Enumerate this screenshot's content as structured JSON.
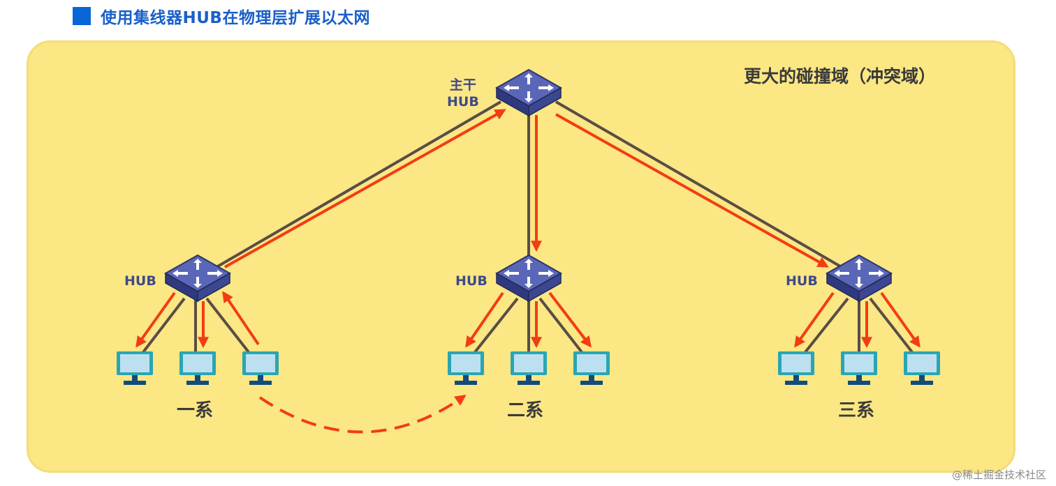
{
  "heading": {
    "text": "使用集线器HUB在物理层扩展以太网"
  },
  "collision_domain_label": "更大的碰撞域（冲突域）",
  "backbone_hub": {
    "label_line1": "主干",
    "label_line2": "HUB"
  },
  "department_hubs": [
    {
      "label": "HUB",
      "department": "一系"
    },
    {
      "label": "HUB",
      "department": "二系"
    },
    {
      "label": "HUB",
      "department": "三系"
    }
  ],
  "watermark": "@稀土掘金技术社区",
  "colors": {
    "panel": "#fbe784",
    "link": "#5a4d45",
    "signal_arrow": "#f23c14",
    "hub_body": "#3f4c9a",
    "computer_screen": "#bde0f0",
    "heading_accent": "#0a66d8"
  },
  "icons": [
    "hub-icon",
    "computer-icon",
    "arrow-icon"
  ]
}
